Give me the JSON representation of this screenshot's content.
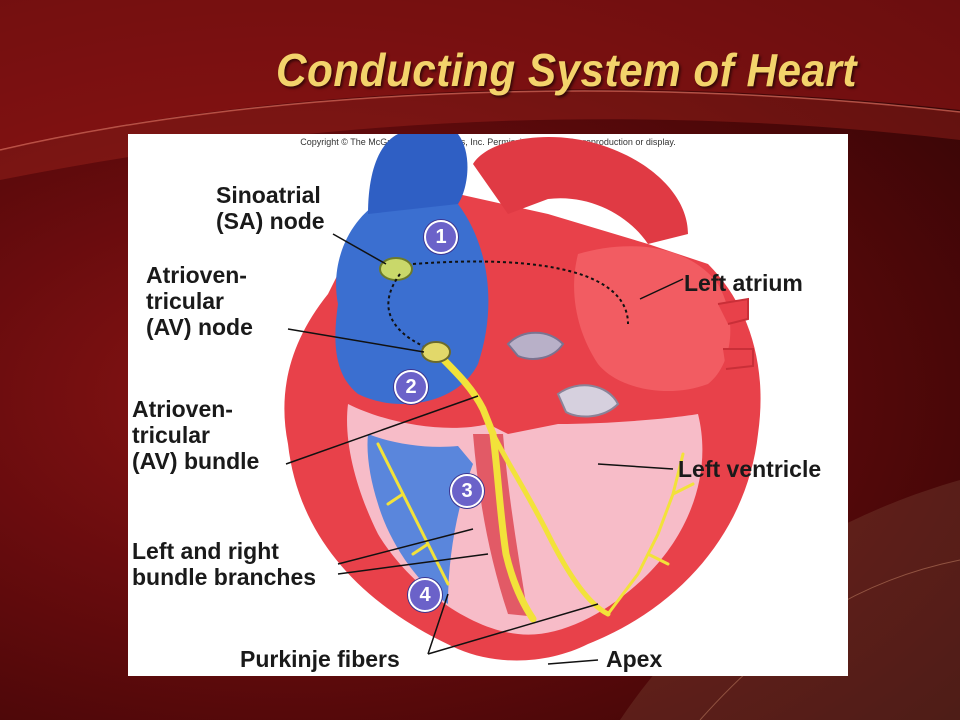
{
  "slide": {
    "title": "Conducting System of Heart",
    "colors": {
      "title": "#f3d36b",
      "background": "#6a0c0e",
      "step_badge": "#6b62c9",
      "conduction_path": "#f2e23a"
    }
  },
  "figure": {
    "copyright": "Copyright © The McGraw-Hill Companies, Inc. Permission required for reproduction or display.",
    "labels": {
      "sa_node": "Sinoatrial\n(SA) node",
      "av_node": "Atrioven-\ntricular\n(AV) node",
      "av_bundle": "Atrioven-\ntricular\n(AV) bundle",
      "bundle_branches": "Left and right\nbundle branches",
      "purkinje": "Purkinje fibers",
      "left_atrium": "Left atrium",
      "left_ventricle": "Left ventricle",
      "apex": "Apex"
    },
    "steps": [
      "1",
      "2",
      "3",
      "4"
    ]
  }
}
